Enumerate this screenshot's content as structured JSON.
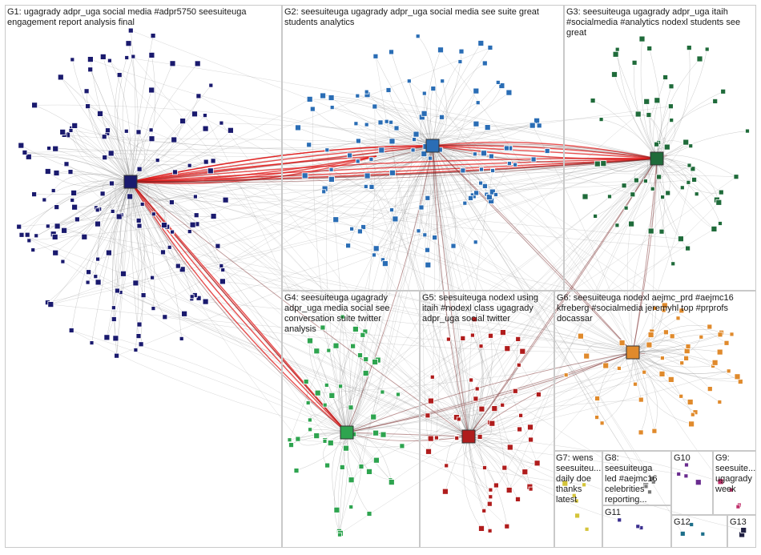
{
  "graph": {
    "groups": [
      {
        "id": "G1",
        "label": "G1: ugagrady adpr_uga social media #adpr5750 seesuiteuga\nengagement report analysis final",
        "color": "#1a1a6e"
      },
      {
        "id": "G2",
        "label": "G2: seesuiteuga ugagrady adpr_uga social media see suite great\nstudents analytics",
        "color": "#2a6db5"
      },
      {
        "id": "G3",
        "label": "G3: seesuiteuga ugagrady adpr_uga itaih\n#socialmedia #analytics nodexl students see\ngreat",
        "color": "#1f6b3a"
      },
      {
        "id": "G4",
        "label": "G4: seesuiteuga ugagrady\nadpr_uga media social see\nconversation suite twitter\nanalysis",
        "color": "#2ea44f"
      },
      {
        "id": "G5",
        "label": "G5: seesuiteuga nodexl using\nitaih #nodexl class ugagrady\nadpr_uga social twitter",
        "color": "#b01c1c"
      },
      {
        "id": "G6",
        "label": "G6: seesuiteuga nodexl aejmc_prd #aejmc16\nkfreberg #socialmedia jeremyhl top #prprofs\ndocassar",
        "color": "#e08a2c"
      },
      {
        "id": "G7",
        "label": "G7: wens\nseesuiteu...\ndaily doe\nthanks\nlatest",
        "color": "#d4c43a"
      },
      {
        "id": "G8",
        "label": "G8:\nseesuiteuga\nled #aejmc16\ncelebrities\nreporting...",
        "color": "#7a7a7a"
      },
      {
        "id": "G9",
        "label": "G9:\nseesuite...\nugagrady\nweek",
        "color": "#c0306b"
      },
      {
        "id": "G10",
        "label": "G10",
        "color": "#6a2c8f"
      },
      {
        "id": "G11",
        "label": "G11",
        "color": "#3b2f8f"
      },
      {
        "id": "G12",
        "label": "G12",
        "color": "#1d6f8a"
      },
      {
        "id": "G13",
        "label": "G13",
        "color": "#222244"
      }
    ],
    "edge_colors": {
      "normal": "#8c8c8c",
      "strong": "#e01616",
      "dark": "#7a2a2a"
    }
  }
}
